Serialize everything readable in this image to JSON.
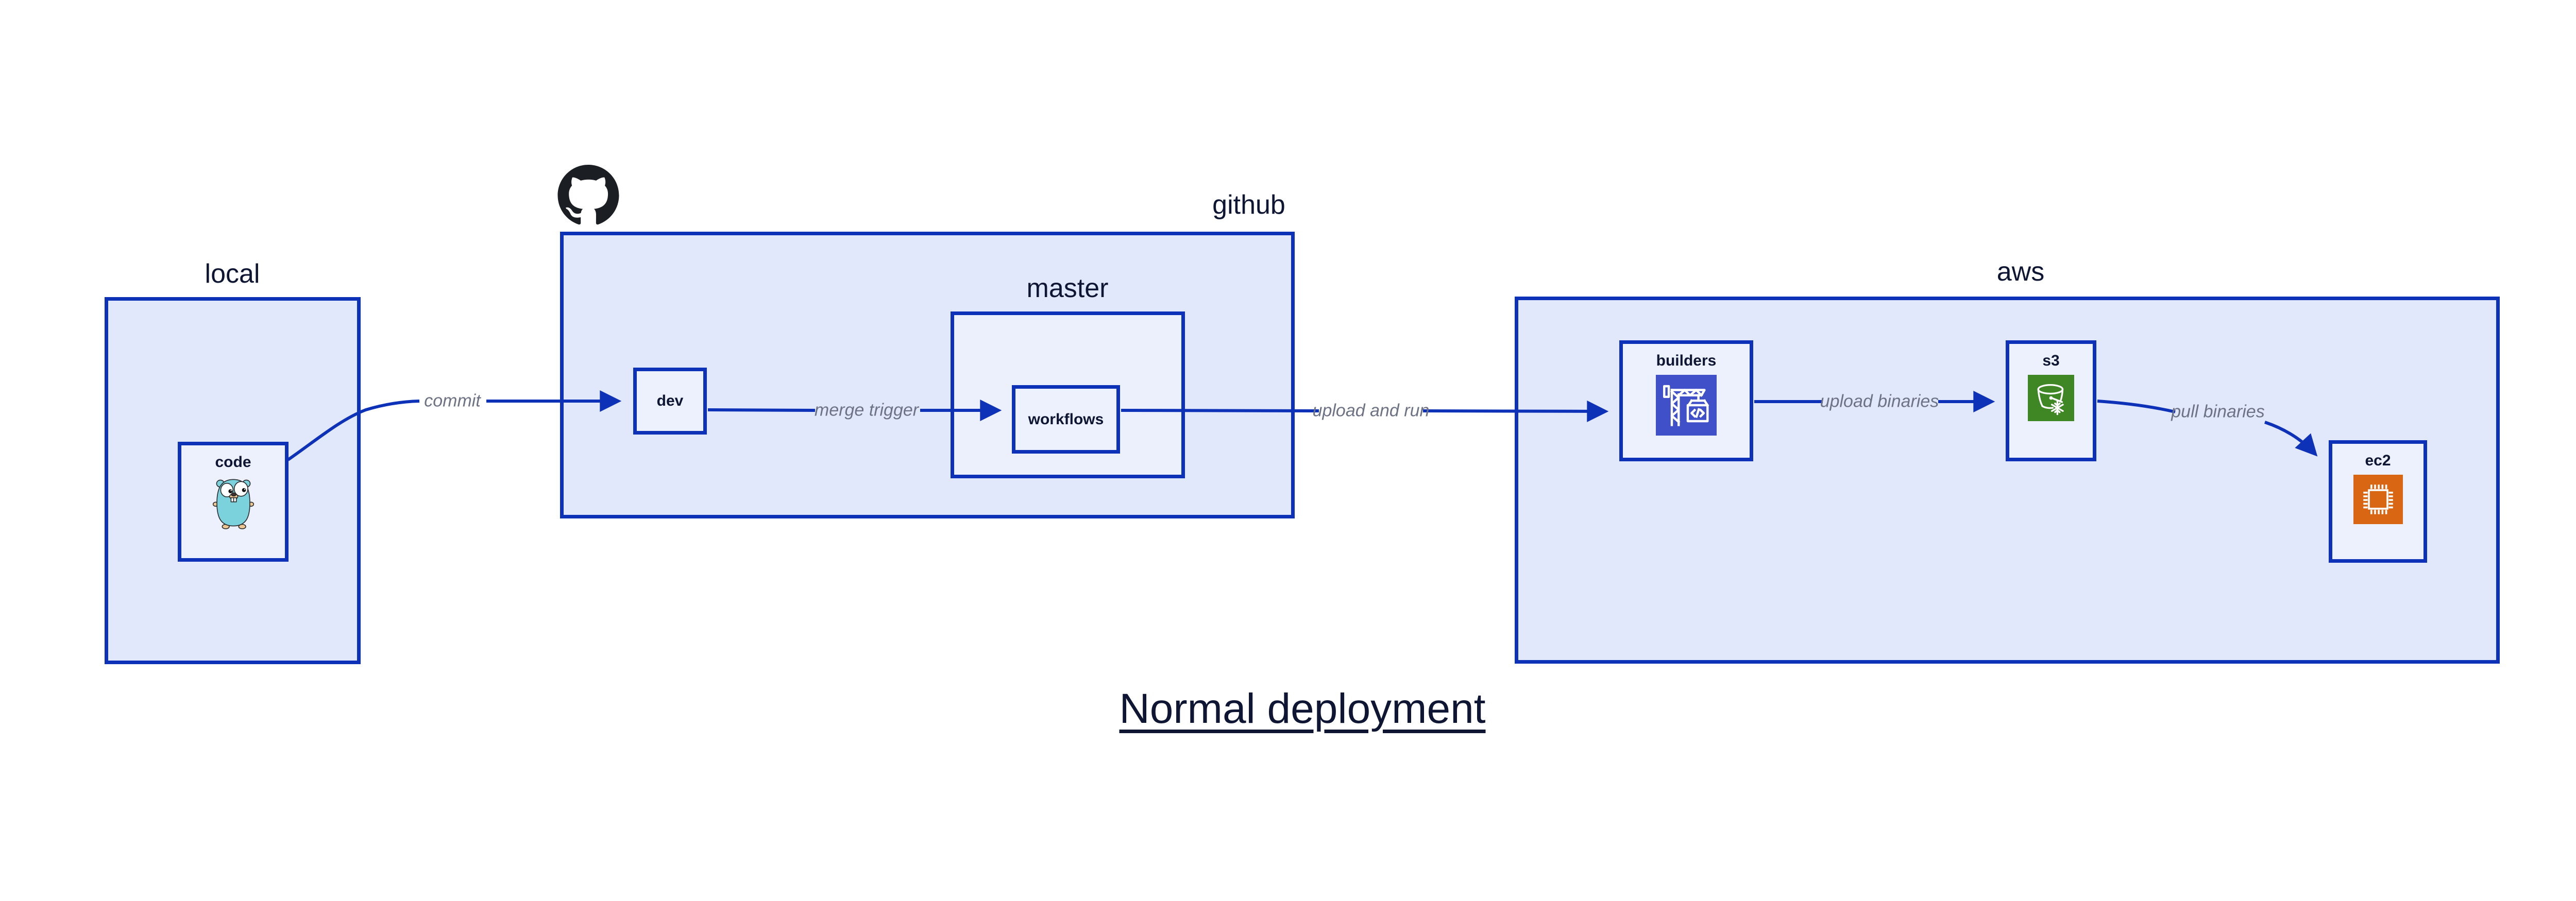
{
  "diagram": {
    "title": "Normal deployment",
    "containers": {
      "local": {
        "label": "local"
      },
      "github": {
        "label": "github",
        "logo_icon": "github-octocat-icon"
      },
      "master": {
        "label": "master"
      },
      "aws": {
        "label": "aws"
      }
    },
    "nodes": {
      "code": {
        "label": "code",
        "icon": "go-gopher-icon"
      },
      "dev": {
        "label": "dev"
      },
      "workflows": {
        "label": "workflows"
      },
      "builders": {
        "label": "builders",
        "icon": "aws-codebuild-crane-icon"
      },
      "s3": {
        "label": "s3",
        "icon": "aws-s3-glacier-bucket-icon"
      },
      "ec2": {
        "label": "ec2",
        "icon": "aws-ec2-chip-icon"
      }
    },
    "edges": [
      {
        "from": "code",
        "to": "dev",
        "label": "commit"
      },
      {
        "from": "dev",
        "to": "workflows",
        "label": "merge trigger"
      },
      {
        "from": "workflows",
        "to": "builders",
        "label": "upload and run"
      },
      {
        "from": "builders",
        "to": "s3",
        "label": "upload binaries"
      },
      {
        "from": "s3",
        "to": "ec2",
        "label": "pull binaries"
      }
    ],
    "colors": {
      "edge_and_border": "#0d32b8",
      "container_fill": "#e2e8fb",
      "node_fill": "#edf1fd",
      "master_fill": "#ecf0fd",
      "workflows_fill": "#f5f7fe",
      "label_text": "#0e1633",
      "edge_label_text": "#6e7285",
      "codebuild_icon_bg": "#4050c8",
      "s3_icon_bg": "#3f8624",
      "ec2_icon_bg": "#d86613",
      "github_logo": "#1b1f23",
      "gopher_body": "#7bd2dd"
    }
  }
}
